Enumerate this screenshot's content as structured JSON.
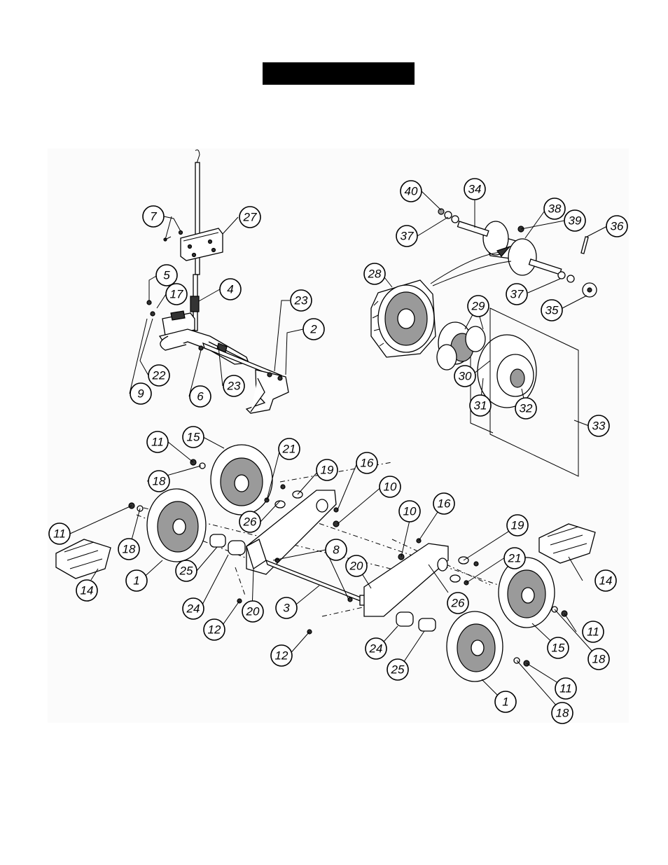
{
  "title_bar": {
    "text": "",
    "color": "#000000"
  },
  "callouts": [
    {
      "id": "c7",
      "label": "7"
    },
    {
      "id": "c27",
      "label": "27"
    },
    {
      "id": "c5",
      "label": "5"
    },
    {
      "id": "c17",
      "label": "17"
    },
    {
      "id": "c4",
      "label": "4"
    },
    {
      "id": "c23a",
      "label": "23"
    },
    {
      "id": "c2",
      "label": "2"
    },
    {
      "id": "c22",
      "label": "22"
    },
    {
      "id": "c9",
      "label": "9"
    },
    {
      "id": "c6",
      "label": "6"
    },
    {
      "id": "c23b",
      "label": "23"
    },
    {
      "id": "c40",
      "label": "40"
    },
    {
      "id": "c34",
      "label": "34"
    },
    {
      "id": "c38",
      "label": "38"
    },
    {
      "id": "c39",
      "label": "39"
    },
    {
      "id": "c36",
      "label": "36"
    },
    {
      "id": "c37a",
      "label": "37"
    },
    {
      "id": "c28",
      "label": "28"
    },
    {
      "id": "c29",
      "label": "29"
    },
    {
      "id": "c37b",
      "label": "37"
    },
    {
      "id": "c35",
      "label": "35"
    },
    {
      "id": "c30",
      "label": "30"
    },
    {
      "id": "c31",
      "label": "31"
    },
    {
      "id": "c32",
      "label": "32"
    },
    {
      "id": "c33",
      "label": "33"
    },
    {
      "id": "c11a",
      "label": "11"
    },
    {
      "id": "c15a",
      "label": "15"
    },
    {
      "id": "c21a",
      "label": "21"
    },
    {
      "id": "c16a",
      "label": "16"
    },
    {
      "id": "c19a",
      "label": "19"
    },
    {
      "id": "c18a",
      "label": "18"
    },
    {
      "id": "c10a",
      "label": "10"
    },
    {
      "id": "c26a",
      "label": "26"
    },
    {
      "id": "c11b",
      "label": "11"
    },
    {
      "id": "c18b",
      "label": "18"
    },
    {
      "id": "c14a",
      "label": "14"
    },
    {
      "id": "c1a",
      "label": "1"
    },
    {
      "id": "c25a",
      "label": "25"
    },
    {
      "id": "c8",
      "label": "8"
    },
    {
      "id": "c20a",
      "label": "20"
    },
    {
      "id": "c10b",
      "label": "10"
    },
    {
      "id": "c16b",
      "label": "16"
    },
    {
      "id": "c19b",
      "label": "19"
    },
    {
      "id": "c21b",
      "label": "21"
    },
    {
      "id": "c14b",
      "label": "14"
    },
    {
      "id": "c24a",
      "label": "24"
    },
    {
      "id": "c20b",
      "label": "20"
    },
    {
      "id": "c3",
      "label": "3"
    },
    {
      "id": "c12a",
      "label": "12"
    },
    {
      "id": "c26b",
      "label": "26"
    },
    {
      "id": "c11c",
      "label": "11"
    },
    {
      "id": "c15b",
      "label": "15"
    },
    {
      "id": "c18c",
      "label": "18"
    },
    {
      "id": "c12b",
      "label": "12"
    },
    {
      "id": "c24b",
      "label": "24"
    },
    {
      "id": "c25b",
      "label": "25"
    },
    {
      "id": "c11d",
      "label": "11"
    },
    {
      "id": "c1b",
      "label": "1"
    },
    {
      "id": "c18d",
      "label": "18"
    }
  ]
}
